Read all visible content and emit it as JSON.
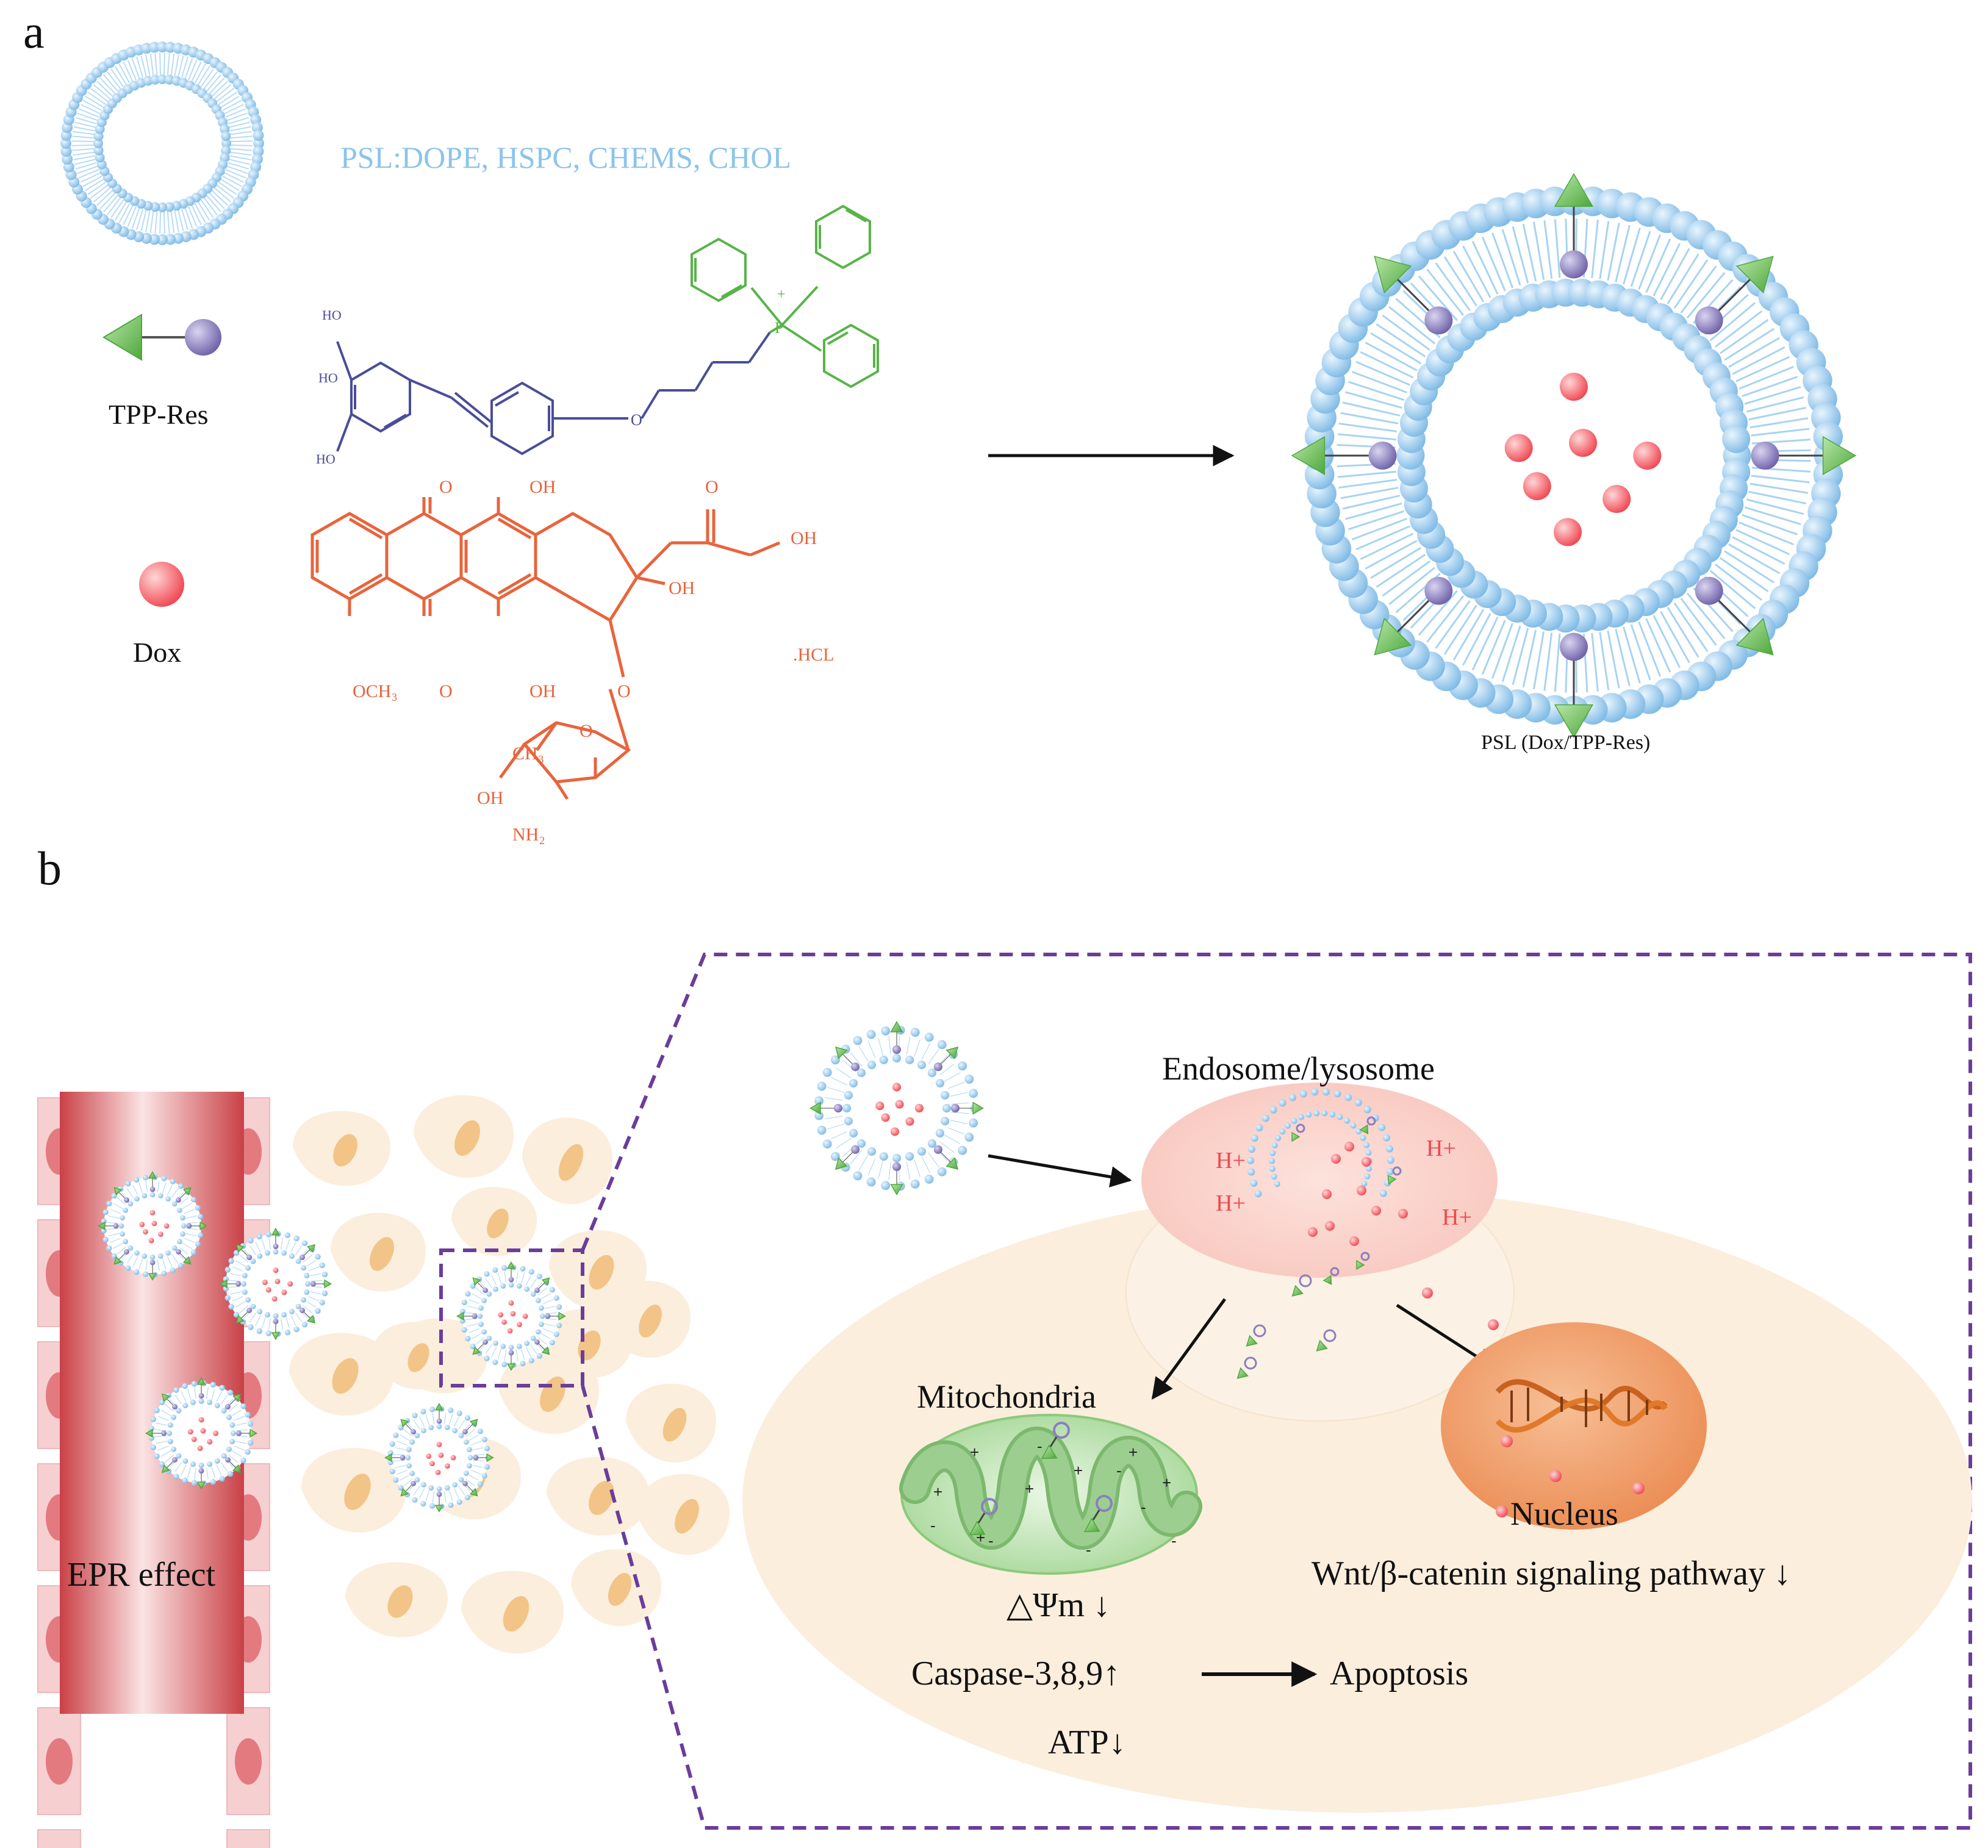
{
  "panel_a": {
    "letter": "a",
    "psl_text": "PSL:DOPE, HSPC, CHEMS, CHOL",
    "tpp_label": "TPP-Res",
    "dox_label": "Dox",
    "product_label": "PSL (Dox/TPP-Res)",
    "res_atoms": {
      "ho1": "HO",
      "ho2": "HO",
      "ho3": "HO",
      "o_ether": "O",
      "p_atom": "P",
      "p_charge": "+"
    },
    "dox_atoms": {
      "o_top1": "O",
      "oh_top": "OH",
      "o_ketone": "O",
      "oh_side": "OH",
      "oh_ring": "OH",
      "och3": "OCH₃",
      "o_bottom": "O",
      "oh_bottom": "OH",
      "o_glyco": "O",
      "hcl": ".HCL",
      "o_sugar": "O",
      "ch3": "CH₃",
      "oh_sugar": "OH",
      "nh2": "NH₂"
    }
  },
  "panel_b": {
    "letter": "b",
    "epr_label": "EPR effect",
    "endosome_label": "Endosome/lysosome",
    "h_plus": "H+",
    "mito_label": "Mitochondria",
    "nucleus_label": "Nucleus",
    "wnt_label": "Wnt/β-catenin signaling pathway ↓",
    "dpsi_label": "△Ψm ↓",
    "caspase_label": "Caspase-3,8,9↑",
    "apoptosis_label": "Apoptosis",
    "atp_label": "ATP↓"
  },
  "colors": {
    "liposome_blue": "#8ec5ec",
    "psl_text_blue": "#8cc4ea",
    "tpp_green": "#6fbf5a",
    "res_purple": "#8a7fc0",
    "dox_red": "#f0474f",
    "structure_orange": "#e8643c",
    "structure_blue": "#4a4d98",
    "structure_green": "#58b448",
    "vessel_red": "#d94b51",
    "cell_bg": "#fbeedd",
    "dash_purple": "#6a3d9a",
    "nucleus_orange": "#f2a272"
  }
}
